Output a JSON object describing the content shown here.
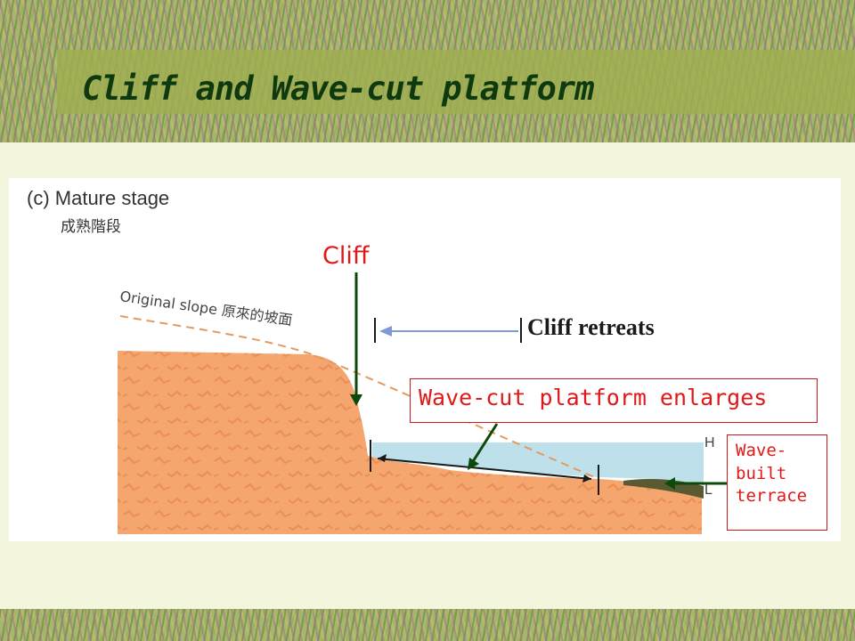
{
  "slide": {
    "title": "Cliff and Wave-cut platform"
  },
  "diagram": {
    "stage_label_en": "(c) Mature stage",
    "stage_label_zh": "成熟階段",
    "original_slope_label": "Original slope 原來的坡面",
    "tide_high": "H",
    "tide_low": "L",
    "cliff_label": "Cliff",
    "cliff_retreats_label": "Cliff retreats",
    "platform_label": "Wave-cut platform enlarges",
    "terrace_label": "Wave-\nbuilt\nterrace"
  },
  "colors": {
    "rock": "#f4a66e",
    "rock_texture": "#e7864c",
    "sea": "#bde0ea",
    "terrace": "#5a5a32",
    "annotation_red": "#e01818",
    "arrow_green": "#0c4a0c",
    "retreat_arrow": "#7f99d6",
    "title_text": "#0f3a10"
  }
}
